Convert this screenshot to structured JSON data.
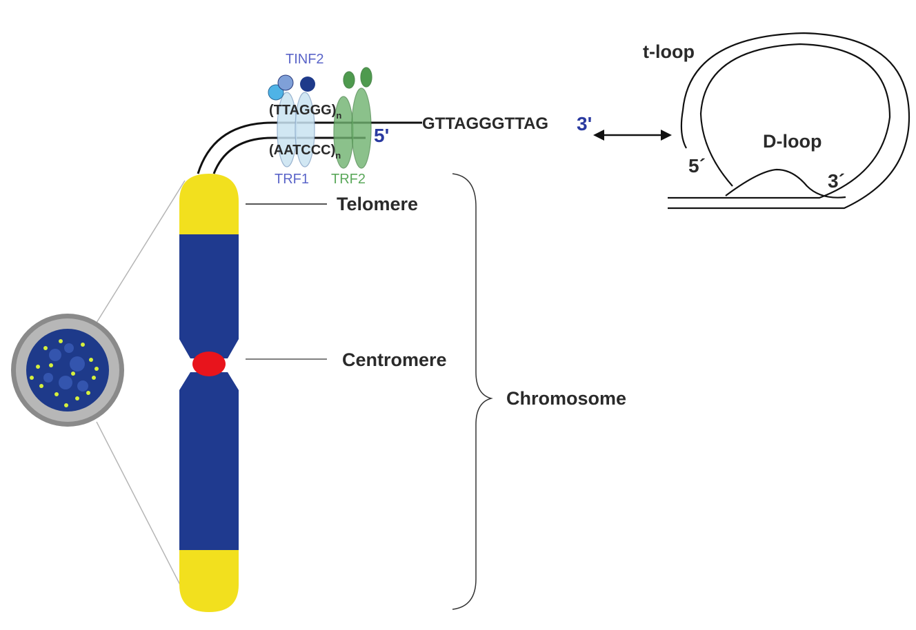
{
  "labels": {
    "telomere": "Telomere",
    "centromere": "Centromere",
    "chromosome": "Chromosome",
    "tinf2": "TINF2",
    "trf1": "TRF1",
    "trf2": "TRF2",
    "strand_top": "(TTAGGG)",
    "strand_top_sub": "n",
    "strand_bottom": "(AATCCC)",
    "strand_bottom_sub": "n",
    "five_prime_end": "5'",
    "overhang_seq": "GTTAGGGTTAG",
    "three_prime_end": "3'",
    "t_loop": "t-loop",
    "d_loop": "D-loop",
    "loop_5": "5´",
    "loop_3": "3´"
  },
  "colors": {
    "chromosome_arm": "#1f3a8f",
    "telomere_cap": "#f2e01e",
    "centromere": "#e8141c",
    "trf1": "#c9e3f2",
    "trf2": "#6fb26f",
    "tinf2_light": "#7fa0d8",
    "tinf2_dark": "#1e3a8a",
    "tinf2_cyan": "#4fb3e6",
    "protein_label_blue": "#5a64c8",
    "protein_label_green": "#5aa85a",
    "end_label_blue": "#2a3aa0",
    "nucleus_outer": "#8a8a8a",
    "nucleus_inner": "#1e3a8a",
    "nucleus_dots": "#d6f03c"
  }
}
